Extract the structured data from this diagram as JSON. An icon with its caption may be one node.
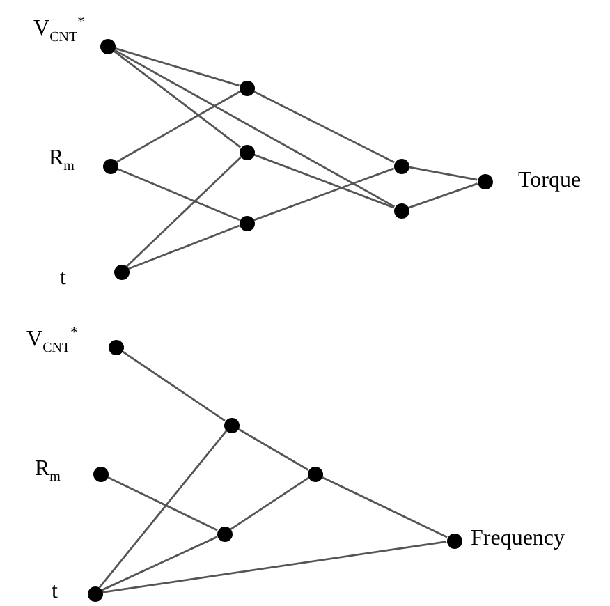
{
  "diagram": {
    "nodes": [
      {
        "text": [],
        "shape": "circle",
        "beside": [
          "V$_{CNT}$$^{*}$"
        ]
      },
      {
        "text": [],
        "shape": "circle",
        "beside": [
          "R$_{m}$"
        ]
      },
      {
        "text": [],
        "shape": "circle",
        "beside": [
          "t"
        ]
      },
      {
        "text": [],
        "shape": "circle"
      },
      {
        "text": [],
        "shape": "circle"
      },
      {
        "text": [],
        "shape": "circle"
      },
      {
        "text": [],
        "shape": "circle"
      },
      {
        "text": [],
        "shape": "circle"
      },
      {
        "text": [],
        "shape": "circle",
        "beside": [
          "Torque"
        ]
      },
      {
        "text": [],
        "shape": "circle",
        "beside": [
          "V$_{CNT}$$^{*}$"
        ]
      },
      {
        "text": [],
        "shape": "circle",
        "beside": [
          "R$_{m}$"
        ]
      },
      {
        "text": [],
        "shape": "circle",
        "beside": [
          "t"
        ]
      },
      {
        "text": [],
        "shape": "circle"
      },
      {
        "text": [],
        "shape": "circle"
      },
      {
        "text": [],
        "shape": "circle"
      },
      {
        "text": [],
        "shape": "circle",
        "beside": [
          "Frequency"
        ]
      }
    ],
    "edges": [
      {
        "from": 0,
        "to": 3,
        "arrow": "none"
      },
      {
        "from": 0,
        "to": 4,
        "arrow": "none"
      },
      {
        "from": 0,
        "to": 7,
        "arrow": "none"
      },
      {
        "from": 1,
        "to": 3,
        "arrow": "none"
      },
      {
        "from": 1,
        "to": 5,
        "arrow": "none"
      },
      {
        "from": 2,
        "to": 4,
        "arrow": "none"
      },
      {
        "from": 2,
        "to": 5,
        "arrow": "none"
      },
      {
        "from": 3,
        "to": 6,
        "arrow": "none"
      },
      {
        "from": 4,
        "to": 7,
        "arrow": "none"
      },
      {
        "from": 5,
        "to": 6,
        "arrow": "none"
      },
      {
        "from": 6,
        "to": 8,
        "arrow": "none"
      },
      {
        "from": 7,
        "to": 8,
        "arrow": "none"
      },
      {
        "from": 9,
        "to": 12,
        "arrow": "none"
      },
      {
        "from": 10,
        "to": 13,
        "arrow": "none"
      },
      {
        "from": 11,
        "to": 12,
        "arrow": "none"
      },
      {
        "from": 11,
        "to": 13,
        "arrow": "none"
      },
      {
        "from": 11,
        "to": 15,
        "arrow": "none"
      },
      {
        "from": 12,
        "to": 14,
        "arrow": "none"
      },
      {
        "from": 13,
        "to": 14,
        "arrow": "none"
      },
      {
        "from": 14,
        "to": 15,
        "arrow": "none"
      }
    ]
  }
}
